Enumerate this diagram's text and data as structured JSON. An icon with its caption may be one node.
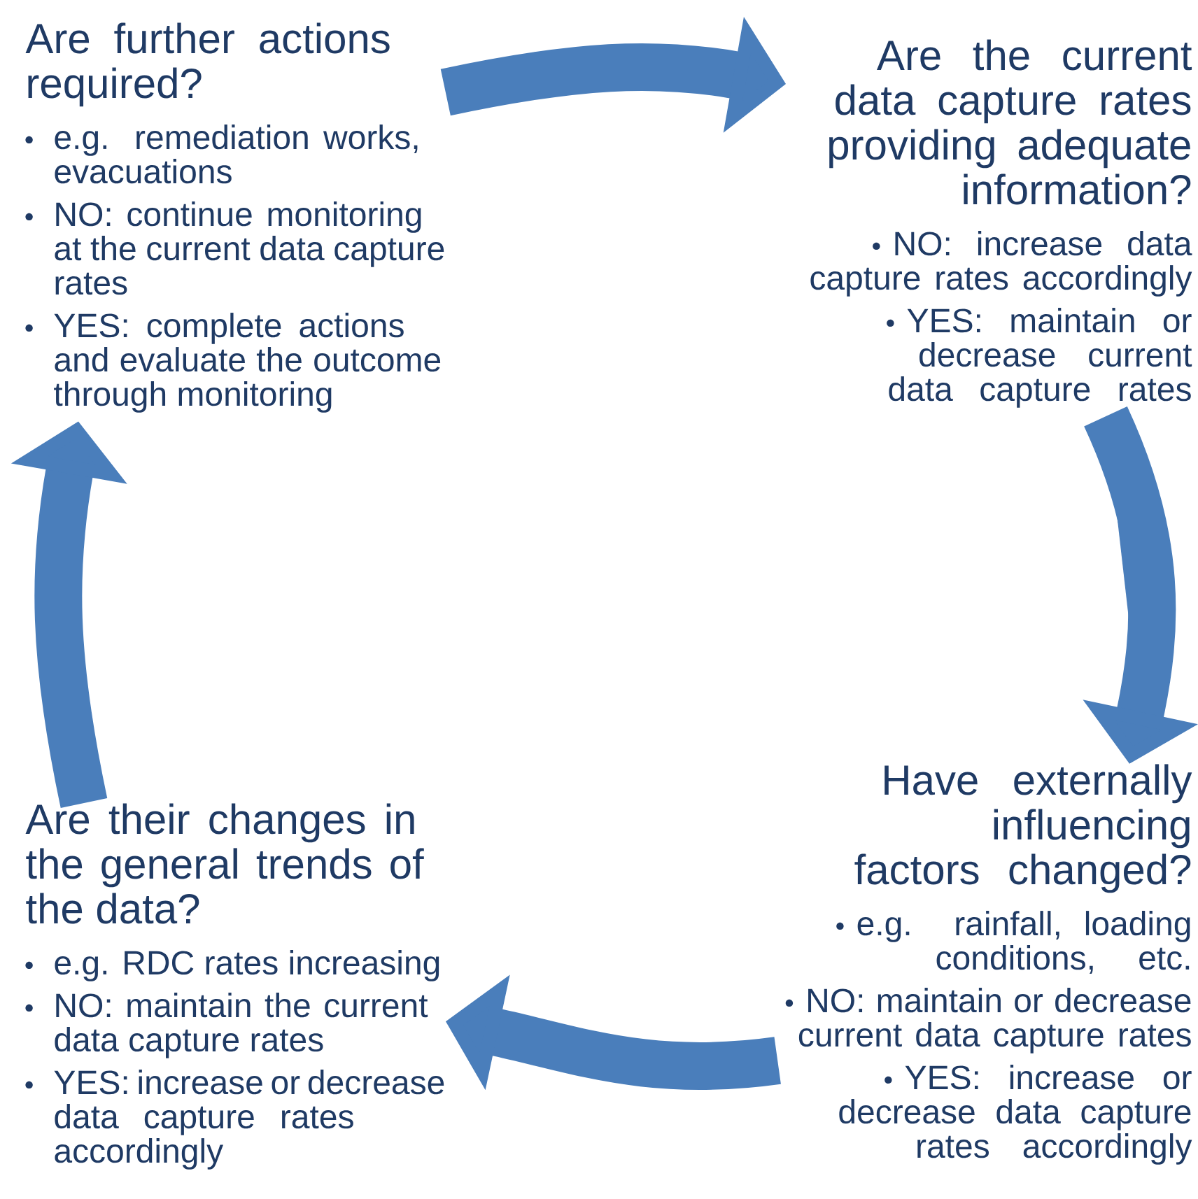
{
  "diagram": {
    "nodes": [
      {
        "text": [
          "Are further actions required?",
          "e.g. remediation works, evacuations",
          "NO: continue monitoring at the current data capture rates",
          "YES: complete actions and evaluate the outcome through monitoring"
        ]
      },
      {
        "text": [
          "Are the current data capture rates providing adequate information?",
          "NO: increase data capture rates accordingly",
          "YES: maintain or decrease current data capture rates"
        ]
      },
      {
        "text": [
          "Have externally influencing factors changed?",
          "e.g. rainfall, loading conditions, etc.",
          "NO: maintain or decrease current data capture rates",
          "YES: increase or decrease data capture rates accordingly"
        ]
      },
      {
        "text": [
          "Are their changes in the general trends of the data?",
          "e.g. RDC rates increasing",
          "NO: maintain the current data capture rates",
          "YES: increase or decrease data capture rates accordingly"
        ]
      }
    ],
    "edges": [
      {
        "from": 0,
        "to": 1,
        "arrow": "to"
      },
      {
        "from": 1,
        "to": 2,
        "arrow": "to"
      },
      {
        "from": 2,
        "to": 3,
        "arrow": "to"
      },
      {
        "from": 3,
        "to": 0,
        "arrow": "to"
      }
    ]
  }
}
